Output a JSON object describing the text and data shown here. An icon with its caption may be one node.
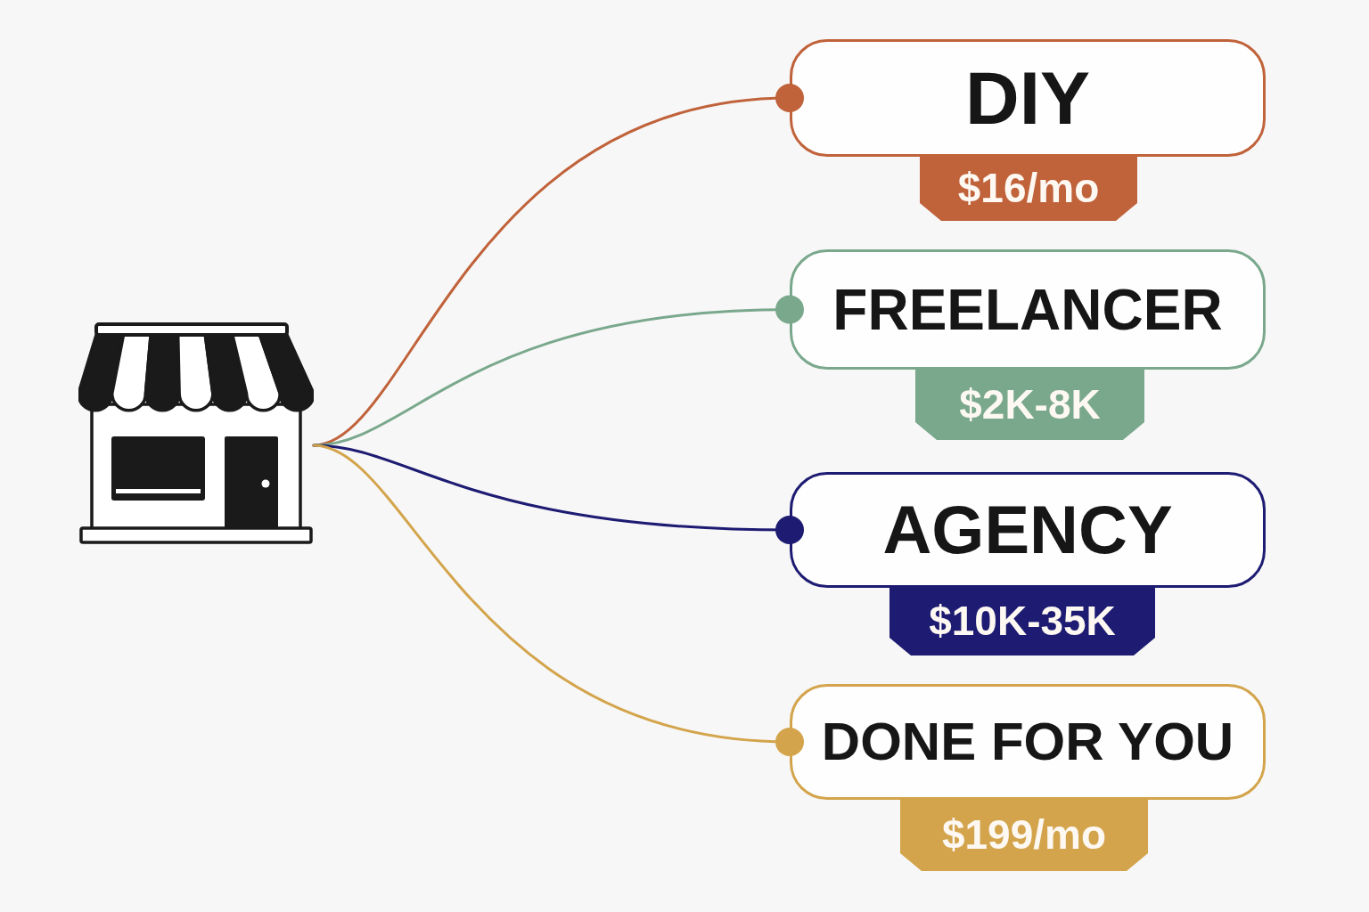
{
  "diagram": {
    "nodes": [
      {
        "text": [],
        "shape": "picture"
      },
      {
        "text": [
          "DIY"
        ]
      },
      {
        "text": [
          "$16/mo"
        ]
      },
      {
        "text": [
          "FREELANCER"
        ]
      },
      {
        "text": [
          "$2K-8K"
        ]
      },
      {
        "text": [
          "AGENCY"
        ]
      },
      {
        "text": [
          "$10K-35K"
        ]
      },
      {
        "text": [
          "DONE FOR YOU"
        ]
      },
      {
        "text": [
          "$199/mo"
        ]
      }
    ],
    "edges": [
      {
        "from": 0,
        "to": 1,
        "arrow": "other",
        "color": "#c0623a"
      },
      {
        "from": 0,
        "to": 3,
        "arrow": "other",
        "color": "#7aa88c"
      },
      {
        "from": 0,
        "to": 5,
        "arrow": "other",
        "color": "#1d1b72"
      },
      {
        "from": 0,
        "to": 7,
        "arrow": "other",
        "color": "#d3a44b"
      }
    ]
  }
}
